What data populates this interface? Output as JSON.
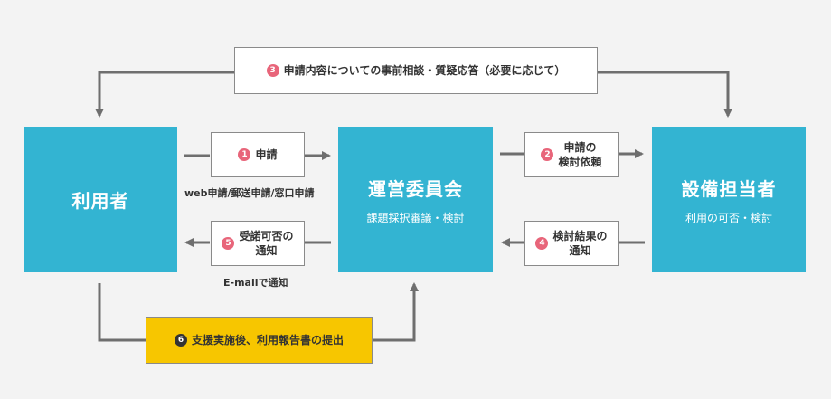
{
  "nodes": {
    "user": {
      "title": "利用者"
    },
    "committee": {
      "title": "運営委員会",
      "sub": "課題採択審議・検討"
    },
    "facility": {
      "title": "設備担当者",
      "sub": "利用の可否・検討"
    }
  },
  "steps": [
    {
      "num": "3",
      "text": "申請内容についての事前相談・質疑応答（必要に応じて）"
    },
    {
      "num": "1",
      "text": "申請"
    },
    {
      "num": "2",
      "line1": "申請の",
      "line2": "検討依頼"
    },
    {
      "num": "5",
      "line1": "受諾可否の",
      "line2": "通知"
    },
    {
      "num": "4",
      "line1": "検討結果の",
      "line2": "通知"
    },
    {
      "num": "6",
      "text": "支援実施後、利用報告書の提出"
    }
  ],
  "notes": {
    "apply_methods": "web申請/郵送申請/窓口申請",
    "email_notice": "E-mailで通知"
  },
  "colors": {
    "node": "#33b4d2",
    "badge": "#e8657a",
    "highlight": "#f7c600",
    "line": "#6e6e6e"
  }
}
